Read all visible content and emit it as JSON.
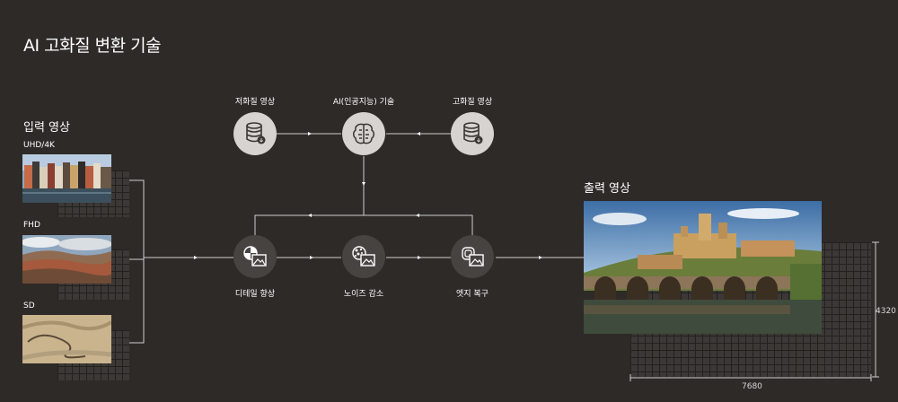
{
  "title": "AI 고화질 변환 기술",
  "input": {
    "heading": "입력 영상",
    "items": [
      {
        "label": "UHD/4K"
      },
      {
        "label": "FHD"
      },
      {
        "label": "SD"
      }
    ]
  },
  "top_nodes": [
    {
      "label": "저화질 영상",
      "icon": "database-down-icon"
    },
    {
      "label": "AI(인공지능) 기술",
      "icon": "brain-chip-icon"
    },
    {
      "label": "고화질 영상",
      "icon": "database-down-icon"
    }
  ],
  "bottom_nodes": [
    {
      "label": "디테일 향상",
      "icon": "detail-image-icon"
    },
    {
      "label": "노이즈 감소",
      "icon": "noise-image-icon"
    },
    {
      "label": "엣지 복구",
      "icon": "edge-image-icon"
    }
  ],
  "output": {
    "heading": "출력 영상",
    "width_label": "7680",
    "height_label": "4320"
  },
  "colors": {
    "background": "#2e2a27",
    "light_circle": "#d6d3d0",
    "dark_circle": "#474340",
    "line": "#cfcfcf"
  }
}
